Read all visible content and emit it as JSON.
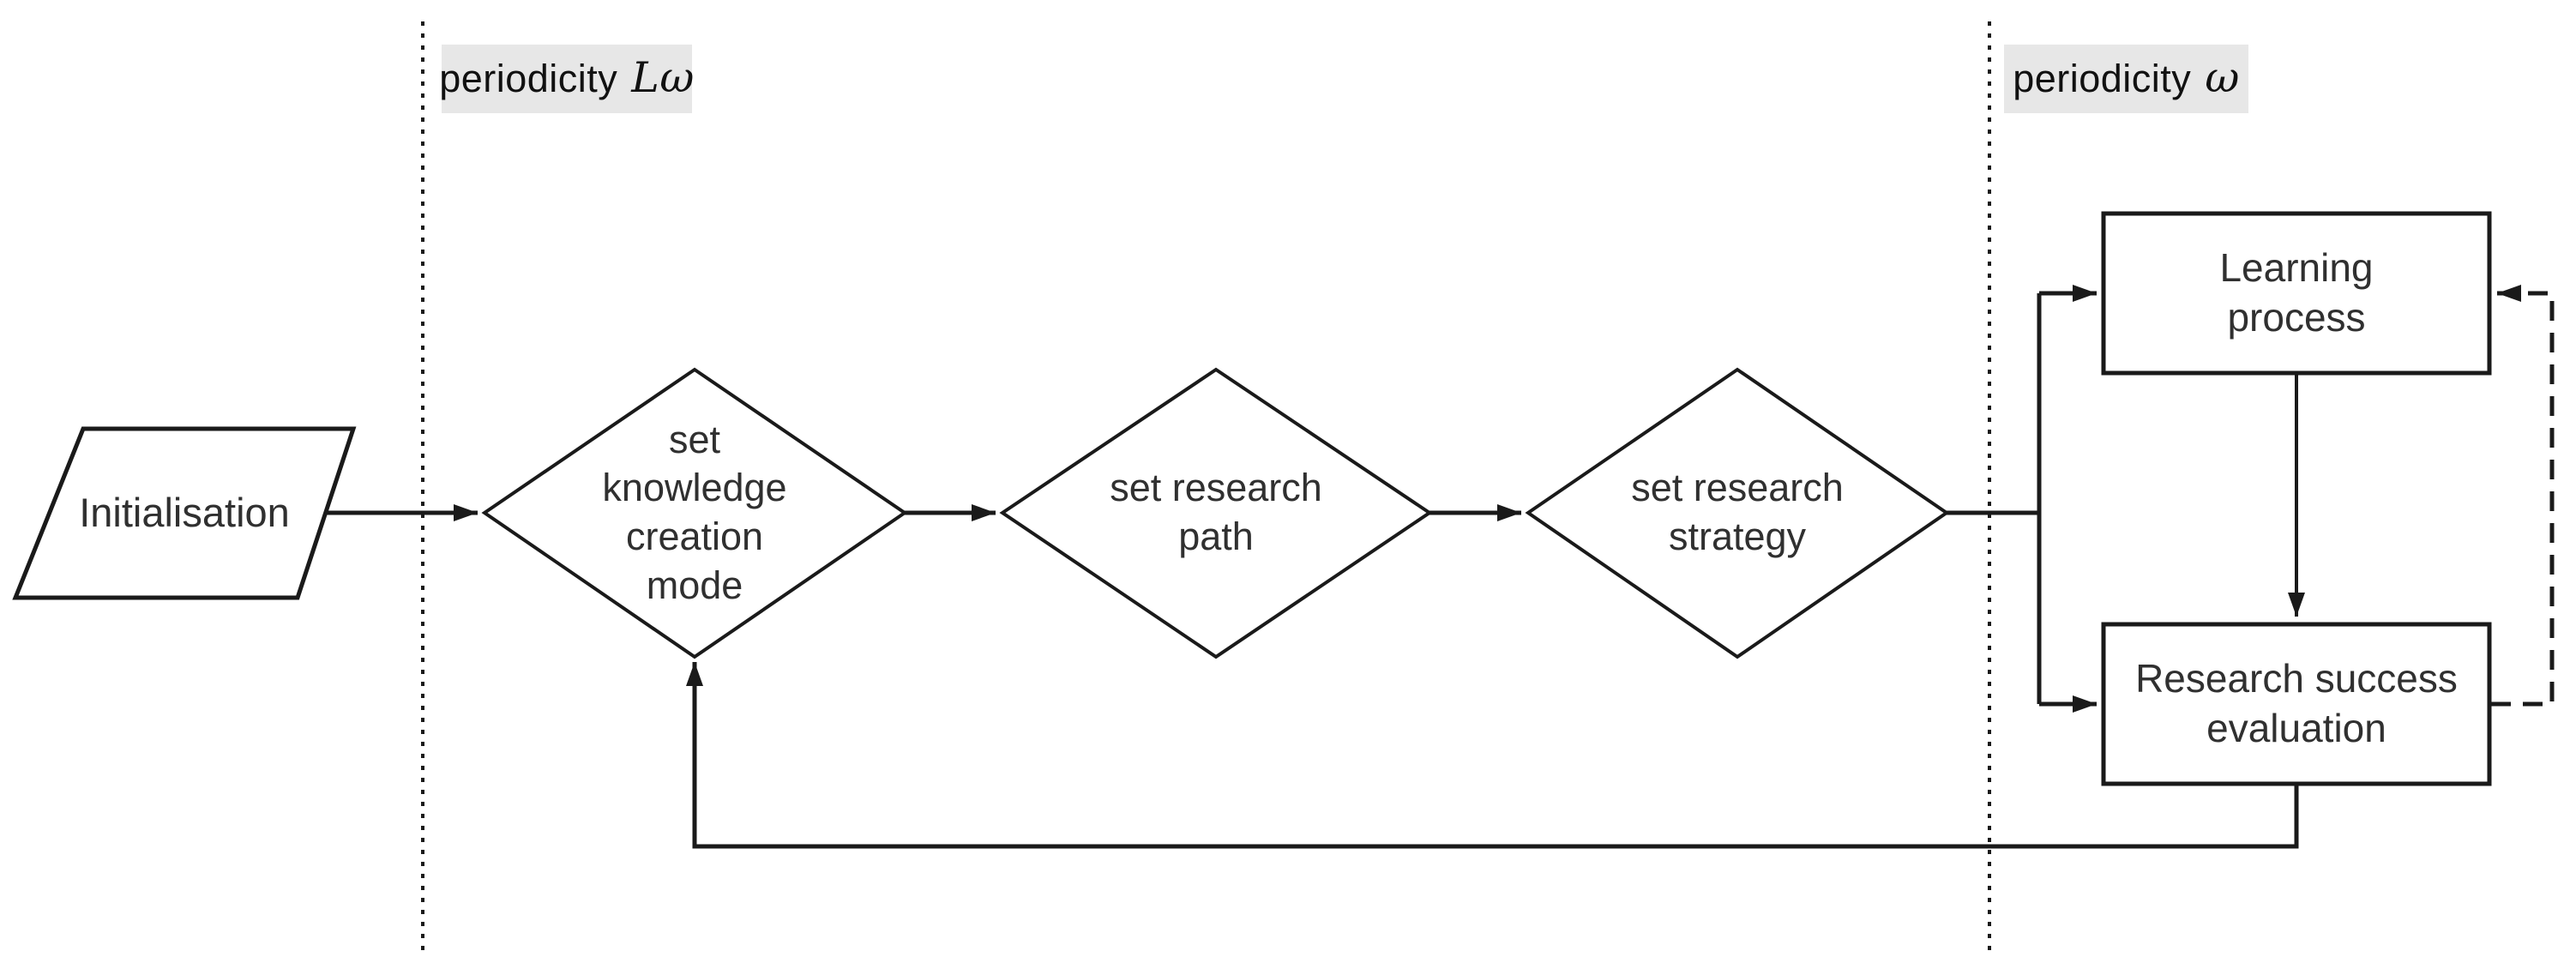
{
  "zones": {
    "left": {
      "label": "periodicity",
      "symbol": "Lω"
    },
    "right": {
      "label": "periodicity",
      "symbol": "ω"
    }
  },
  "nodes": {
    "initialisation": "Initialisation",
    "set_knowledge_creation_mode": "set\nknowledge\ncreation\nmode",
    "set_research_path": "set research\npath",
    "set_research_strategy": "set research\nstrategy",
    "learning_process": "Learning\nprocess",
    "research_success_evaluation": "Research success\nevaluation"
  },
  "edges": [
    {
      "from": "initialisation",
      "to": "set_knowledge_creation_mode",
      "style": "solid-arrow"
    },
    {
      "from": "set_knowledge_creation_mode",
      "to": "set_research_path",
      "style": "solid-arrow"
    },
    {
      "from": "set_research_path",
      "to": "set_research_strategy",
      "style": "solid-arrow"
    },
    {
      "from": "set_research_strategy",
      "to": "learning_process",
      "style": "solid-arrow"
    },
    {
      "from": "set_research_strategy",
      "to": "research_success_evaluation",
      "style": "solid-arrow"
    },
    {
      "from": "learning_process",
      "to": "research_success_evaluation",
      "style": "solid-arrow"
    },
    {
      "from": "research_success_evaluation",
      "to": "set_knowledge_creation_mode",
      "style": "solid-arrow-feedback"
    },
    {
      "from": "research_success_evaluation",
      "to": "learning_process",
      "style": "dashed-arrow-feedback"
    }
  ],
  "colors": {
    "stroke": "#1a1a1a",
    "node_text": "#303030",
    "label_text": "#111111",
    "label_background": "#e7e7e7",
    "background": "#ffffff"
  }
}
